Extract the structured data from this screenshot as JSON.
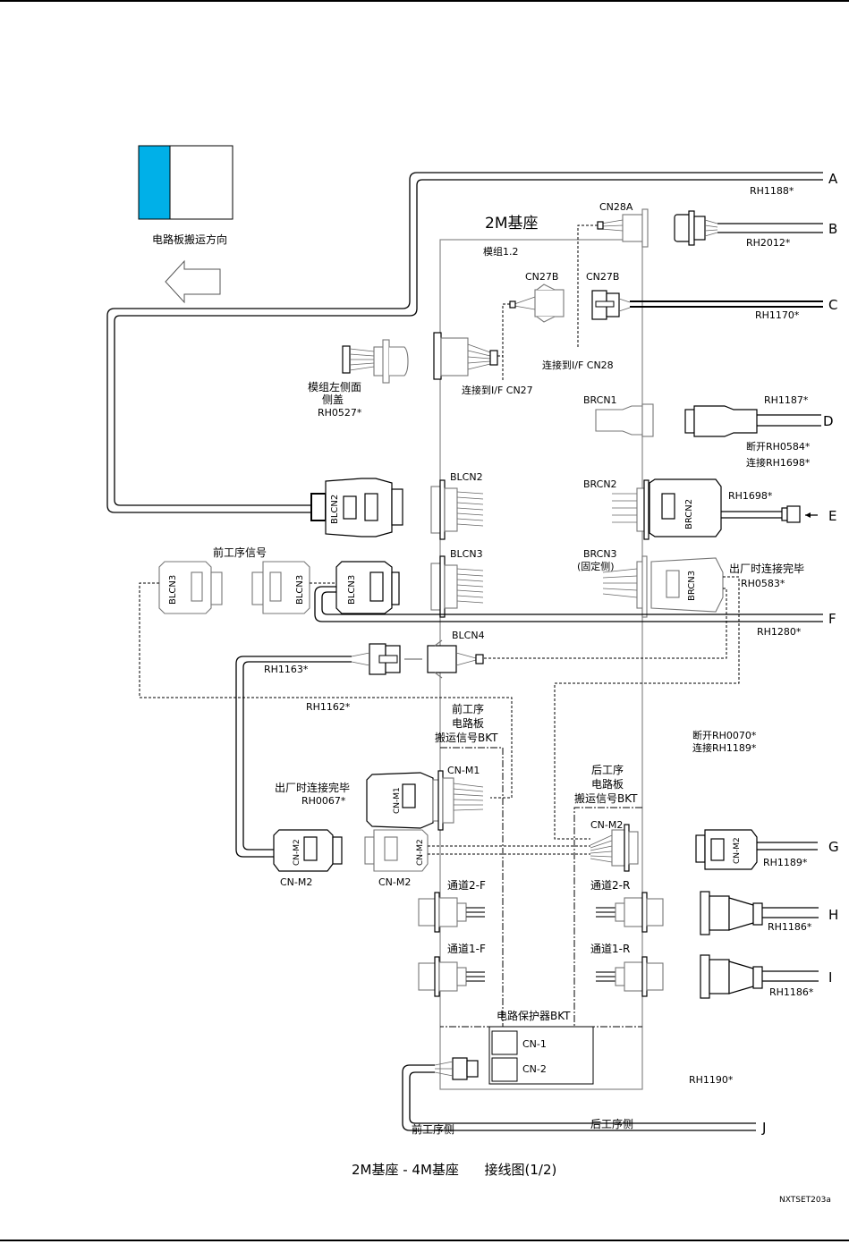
{
  "legend": {
    "direction_label": "电路板搬运方向",
    "accent_color": "#00B0E8"
  },
  "base": {
    "title": "2M基座",
    "module_label": "模组1.2"
  },
  "cables": {
    "A": {
      "letter": "A",
      "part": "RH1188*"
    },
    "B": {
      "letter": "B",
      "part": "RH2012*"
    },
    "C": {
      "letter": "C",
      "part": "RH1170*"
    },
    "D": {
      "letter": "D",
      "part": "RH1187*",
      "note1": "断开RH0584*",
      "note2": "连接RH1698*"
    },
    "E": {
      "letter": "E",
      "part": "RH1698*"
    },
    "F": {
      "letter": "F",
      "part": "RH1280*"
    },
    "G": {
      "letter": "G",
      "part": "RH1189*"
    },
    "H": {
      "letter": "H",
      "part": "RH1186*"
    },
    "I": {
      "letter": "I",
      "part": "RH1186*"
    },
    "J": {
      "letter": "J",
      "part": "RH1190*"
    }
  },
  "connectors": {
    "cn28a": "CN28A",
    "cn27b_left": "CN27B",
    "cn27b_right": "CN27B",
    "brcn1": "BRCN1",
    "brcn2": "BRCN2",
    "brcn2_body": "BRCN2",
    "brcn3": "BRCN3",
    "brcn3_fixed": "(固定侧)",
    "brcn3_body": "BRCN3",
    "blcn2": "BLCN2",
    "blcn2_body": "BLCN2",
    "blcn3": "BLCN3",
    "blcn3_body": "BLCN3",
    "blcn4": "BLCN4",
    "cnm1": "CN-M1",
    "cnm1_body": "CN-M1",
    "cnm2_right": "CN-M2",
    "cnm2_body": "CN-M2",
    "cnm2_left1": "CN-M2",
    "cnm2_left2": "CN-M2",
    "cn1": "CN-1",
    "cn2": "CN-2"
  },
  "notes": {
    "connect_cn28": "连接到I/F CN28",
    "connect_cn27": "连接到I/F CN27",
    "side_cover_1": "模组左侧面",
    "side_cover_2": "侧盖",
    "side_cover_part": "RH0527*",
    "upstream_signal": "前工序信号",
    "factory_connected_1": "出厂时连接完毕",
    "factory_part_1": "RH0583*",
    "factory_connected_2": "出厂时连接完毕",
    "factory_part_2": "RH0067*",
    "rh1163": "RH1163*",
    "rh1162": "RH1162*",
    "front_bkt_1": "前工序",
    "front_bkt_2": "电路板",
    "front_bkt_3": "搬运信号BKT",
    "rear_bkt_1": "后工序",
    "rear_bkt_2": "电路板",
    "rear_bkt_3": "搬运信号BKT",
    "disconnect_rh0070": "断开RH0070*",
    "connect_rh1189": "连接RH1189*",
    "ch2f": "通道2-F",
    "ch1f": "通道1-F",
    "ch2r": "通道2-R",
    "ch1r": "通道1-R",
    "breaker_bkt": "电路保护器BKT",
    "front_side": "前工序侧",
    "rear_side": "后工序侧"
  },
  "footer": {
    "title": "2M基座 - 4M基座      接线图(1/2)",
    "code": "NXTSET203a"
  }
}
